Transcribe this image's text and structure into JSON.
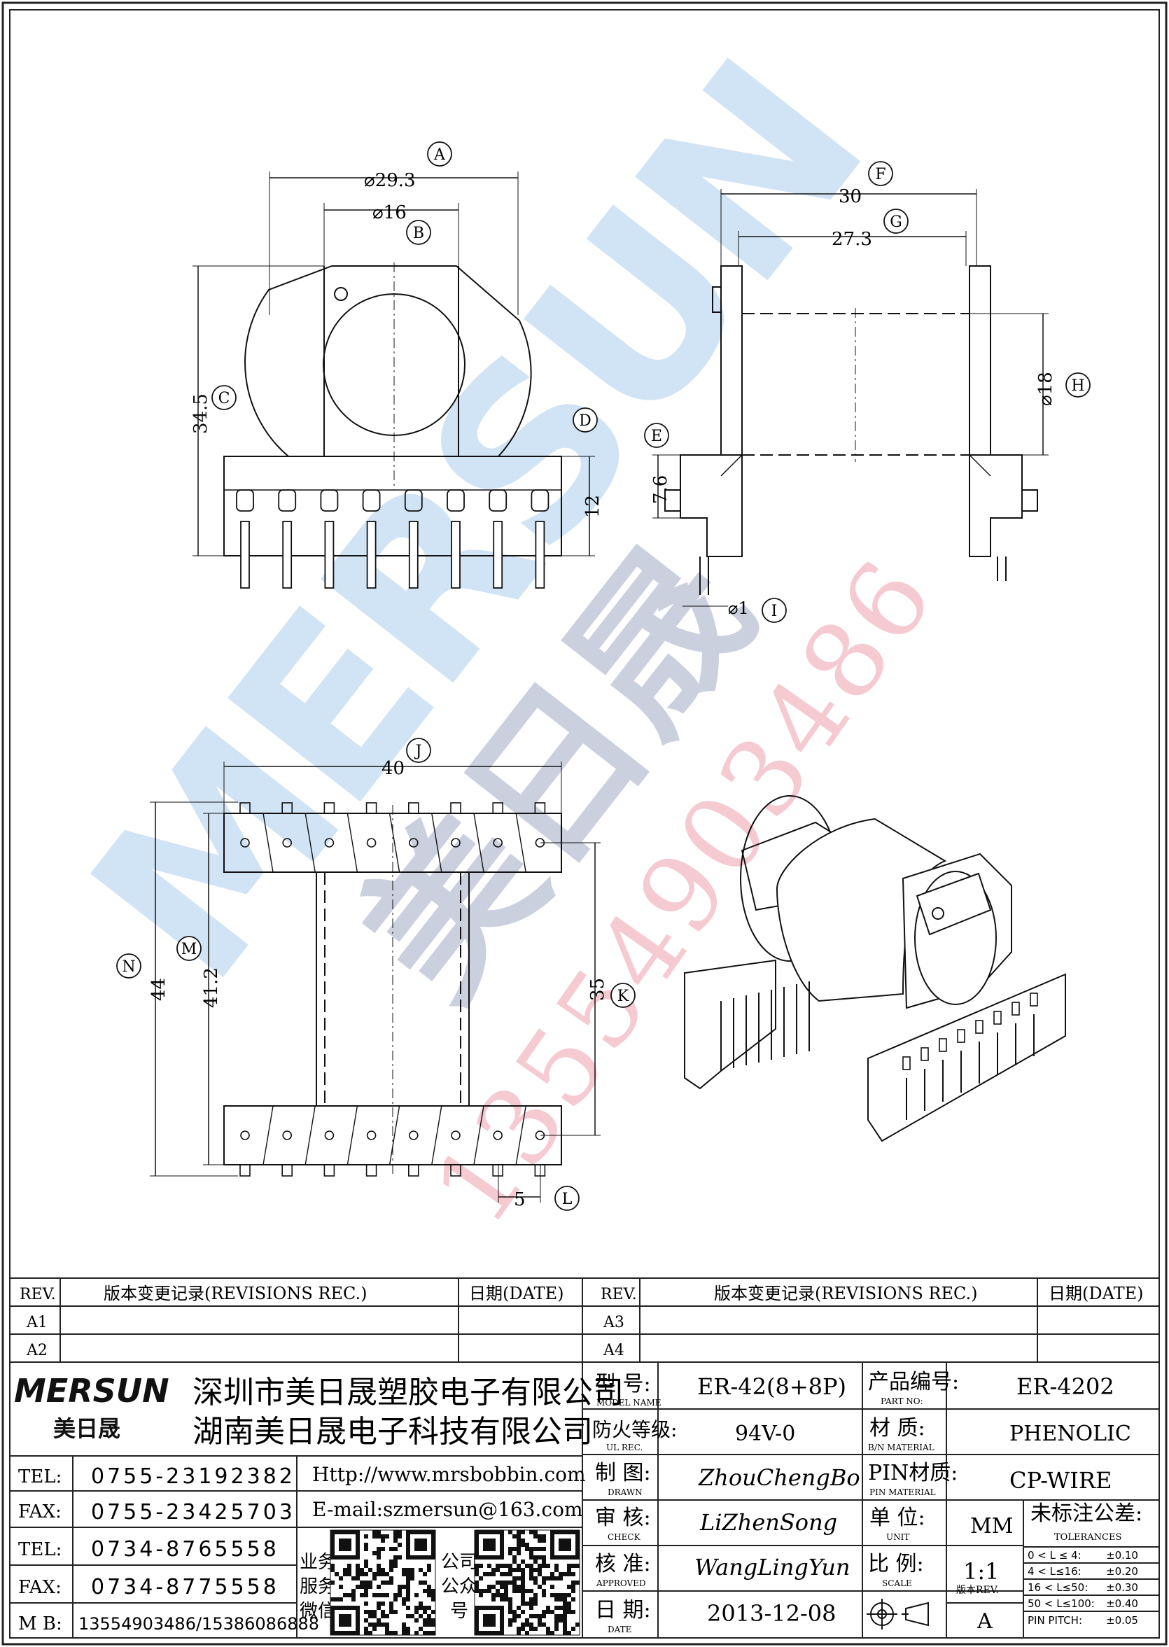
{
  "dims": {
    "A": "⌀29.3",
    "B": "⌀16",
    "C": "34.5",
    "D": "12",
    "E": "7.6",
    "F": "30",
    "G": "27.3",
    "H": "⌀18",
    "I": "⌀1",
    "J": "40",
    "K": "35",
    "L": "5",
    "M": "41.2",
    "N": "44"
  },
  "labels": {
    "A": "A",
    "B": "B",
    "C": "C",
    "D": "D",
    "E": "E",
    "F": "F",
    "G": "G",
    "H": "H",
    "I": "I",
    "J": "J",
    "K": "K",
    "L": "L",
    "M": "M",
    "N": "N"
  },
  "watermark": {
    "brand": "MERSUN",
    "cn": "美日晟",
    "phone": "13554903486",
    "colors": {
      "light_blue": "#cfe3f5",
      "grey_blue": "#c9cede",
      "pink": "#f6c8cf"
    }
  },
  "revisions": {
    "rev_header": "REV.",
    "rec_header": "版本变更记录(REVISIONS REC.)",
    "date_header": "日期(DATE)",
    "left_rows": [
      "A1",
      "A2"
    ],
    "right_rows": [
      "A3",
      "A4"
    ]
  },
  "company": {
    "logo": "MERSUN",
    "logo_cn": "美日晟",
    "name1": "深圳市美日晟塑胶电子有限公司",
    "name2": "湖南美日晟电子科技有限公司",
    "contacts": [
      {
        "label": "TEL:",
        "value": "0755-23192382",
        "extra": "Http://www.mrsbobbin.com"
      },
      {
        "label": "FAX:",
        "value": "0755-23425703",
        "extra": "E-mail:szmersun@163.com"
      },
      {
        "label": "TEL:",
        "value": "0734-8765558"
      },
      {
        "label": "FAX:",
        "value": "0734-8775558"
      },
      {
        "label": "M B:",
        "value": "13554903486/15386086888"
      }
    ],
    "qr1_label": [
      "业务",
      "服务",
      "微信"
    ],
    "qr2_label": [
      "公司",
      "公众",
      "号"
    ]
  },
  "spec": {
    "model_label": "型  号:",
    "model_label_en": "MODEL NAME",
    "model": "ER-42(8+8P)",
    "part_label": "产品编号:",
    "part_label_en": "PART NO:",
    "part": "ER-4202",
    "ul_label": "防火等级:",
    "ul_label_en": "UL REC.",
    "ul": "94V-0",
    "bmat_label": "材  质:",
    "bmat_label_en": "B/N MATERIAL",
    "bmat": "PHENOLIC",
    "drawn_label": "制  图:",
    "drawn_label_en": "DRAWN",
    "drawn": "ZhouChengBo",
    "pmat_label": "PIN材质:",
    "pmat_label_en": "PIN MATERIAL",
    "pmat": "CP-WIRE",
    "check_label": "审  核:",
    "check_label_en": "CHECK",
    "check": "LiZhenSong",
    "unit_label": "单  位:",
    "unit_label_en": "UNIT",
    "unit": "MM",
    "tol_label": "未标注公差:",
    "tol_label_en": "TOLERANCES",
    "approved_label": "核  准:",
    "approved_label_en": "APPROVED",
    "approved": "WangLingYun",
    "scale_label": "比  例:",
    "scale_label_en": "SCALE",
    "scale": "1:1",
    "date_label": "日  期:",
    "date_label_en": "DATE",
    "date": "2013-12-08",
    "ver_label": "版本REV.",
    "ver": "A",
    "tolerances": [
      {
        "range": "0 < L ≤  4:",
        "tol": "±0.10"
      },
      {
        "range": "4 < L≤16:",
        "tol": "±0.20"
      },
      {
        "range": "16 < L≤50:",
        "tol": "±0.30"
      },
      {
        "range": "50 < L≤100:",
        "tol": "±0.40"
      },
      {
        "range": "PIN PITCH:",
        "tol": "±0.05"
      }
    ]
  }
}
